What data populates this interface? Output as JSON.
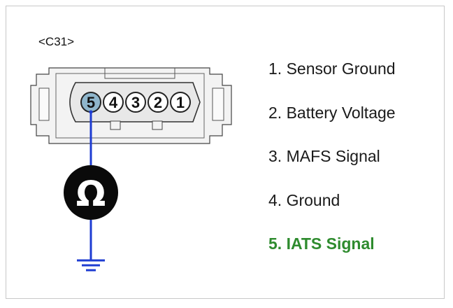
{
  "connector": {
    "label": "<C31>",
    "pin_numbers": [
      "5",
      "4",
      "3",
      "2",
      "1"
    ],
    "measured_pin": "5"
  },
  "meter": {
    "symbol": "Ω",
    "icon": "ohmmeter-icon"
  },
  "ground_symbol": "ground-icon",
  "pins": [
    {
      "label": "1. Sensor Ground",
      "highlight": false
    },
    {
      "label": "2. Battery Voltage",
      "highlight": false
    },
    {
      "label": "3. MAFS Signal",
      "highlight": false
    },
    {
      "label": "4. Ground",
      "highlight": false
    },
    {
      "label": "5. IATS Signal",
      "highlight": true
    }
  ],
  "colors": {
    "wire": "#1e3cd2",
    "highlight": "#2e8b2e",
    "pin_active": "#8fb6cc"
  }
}
